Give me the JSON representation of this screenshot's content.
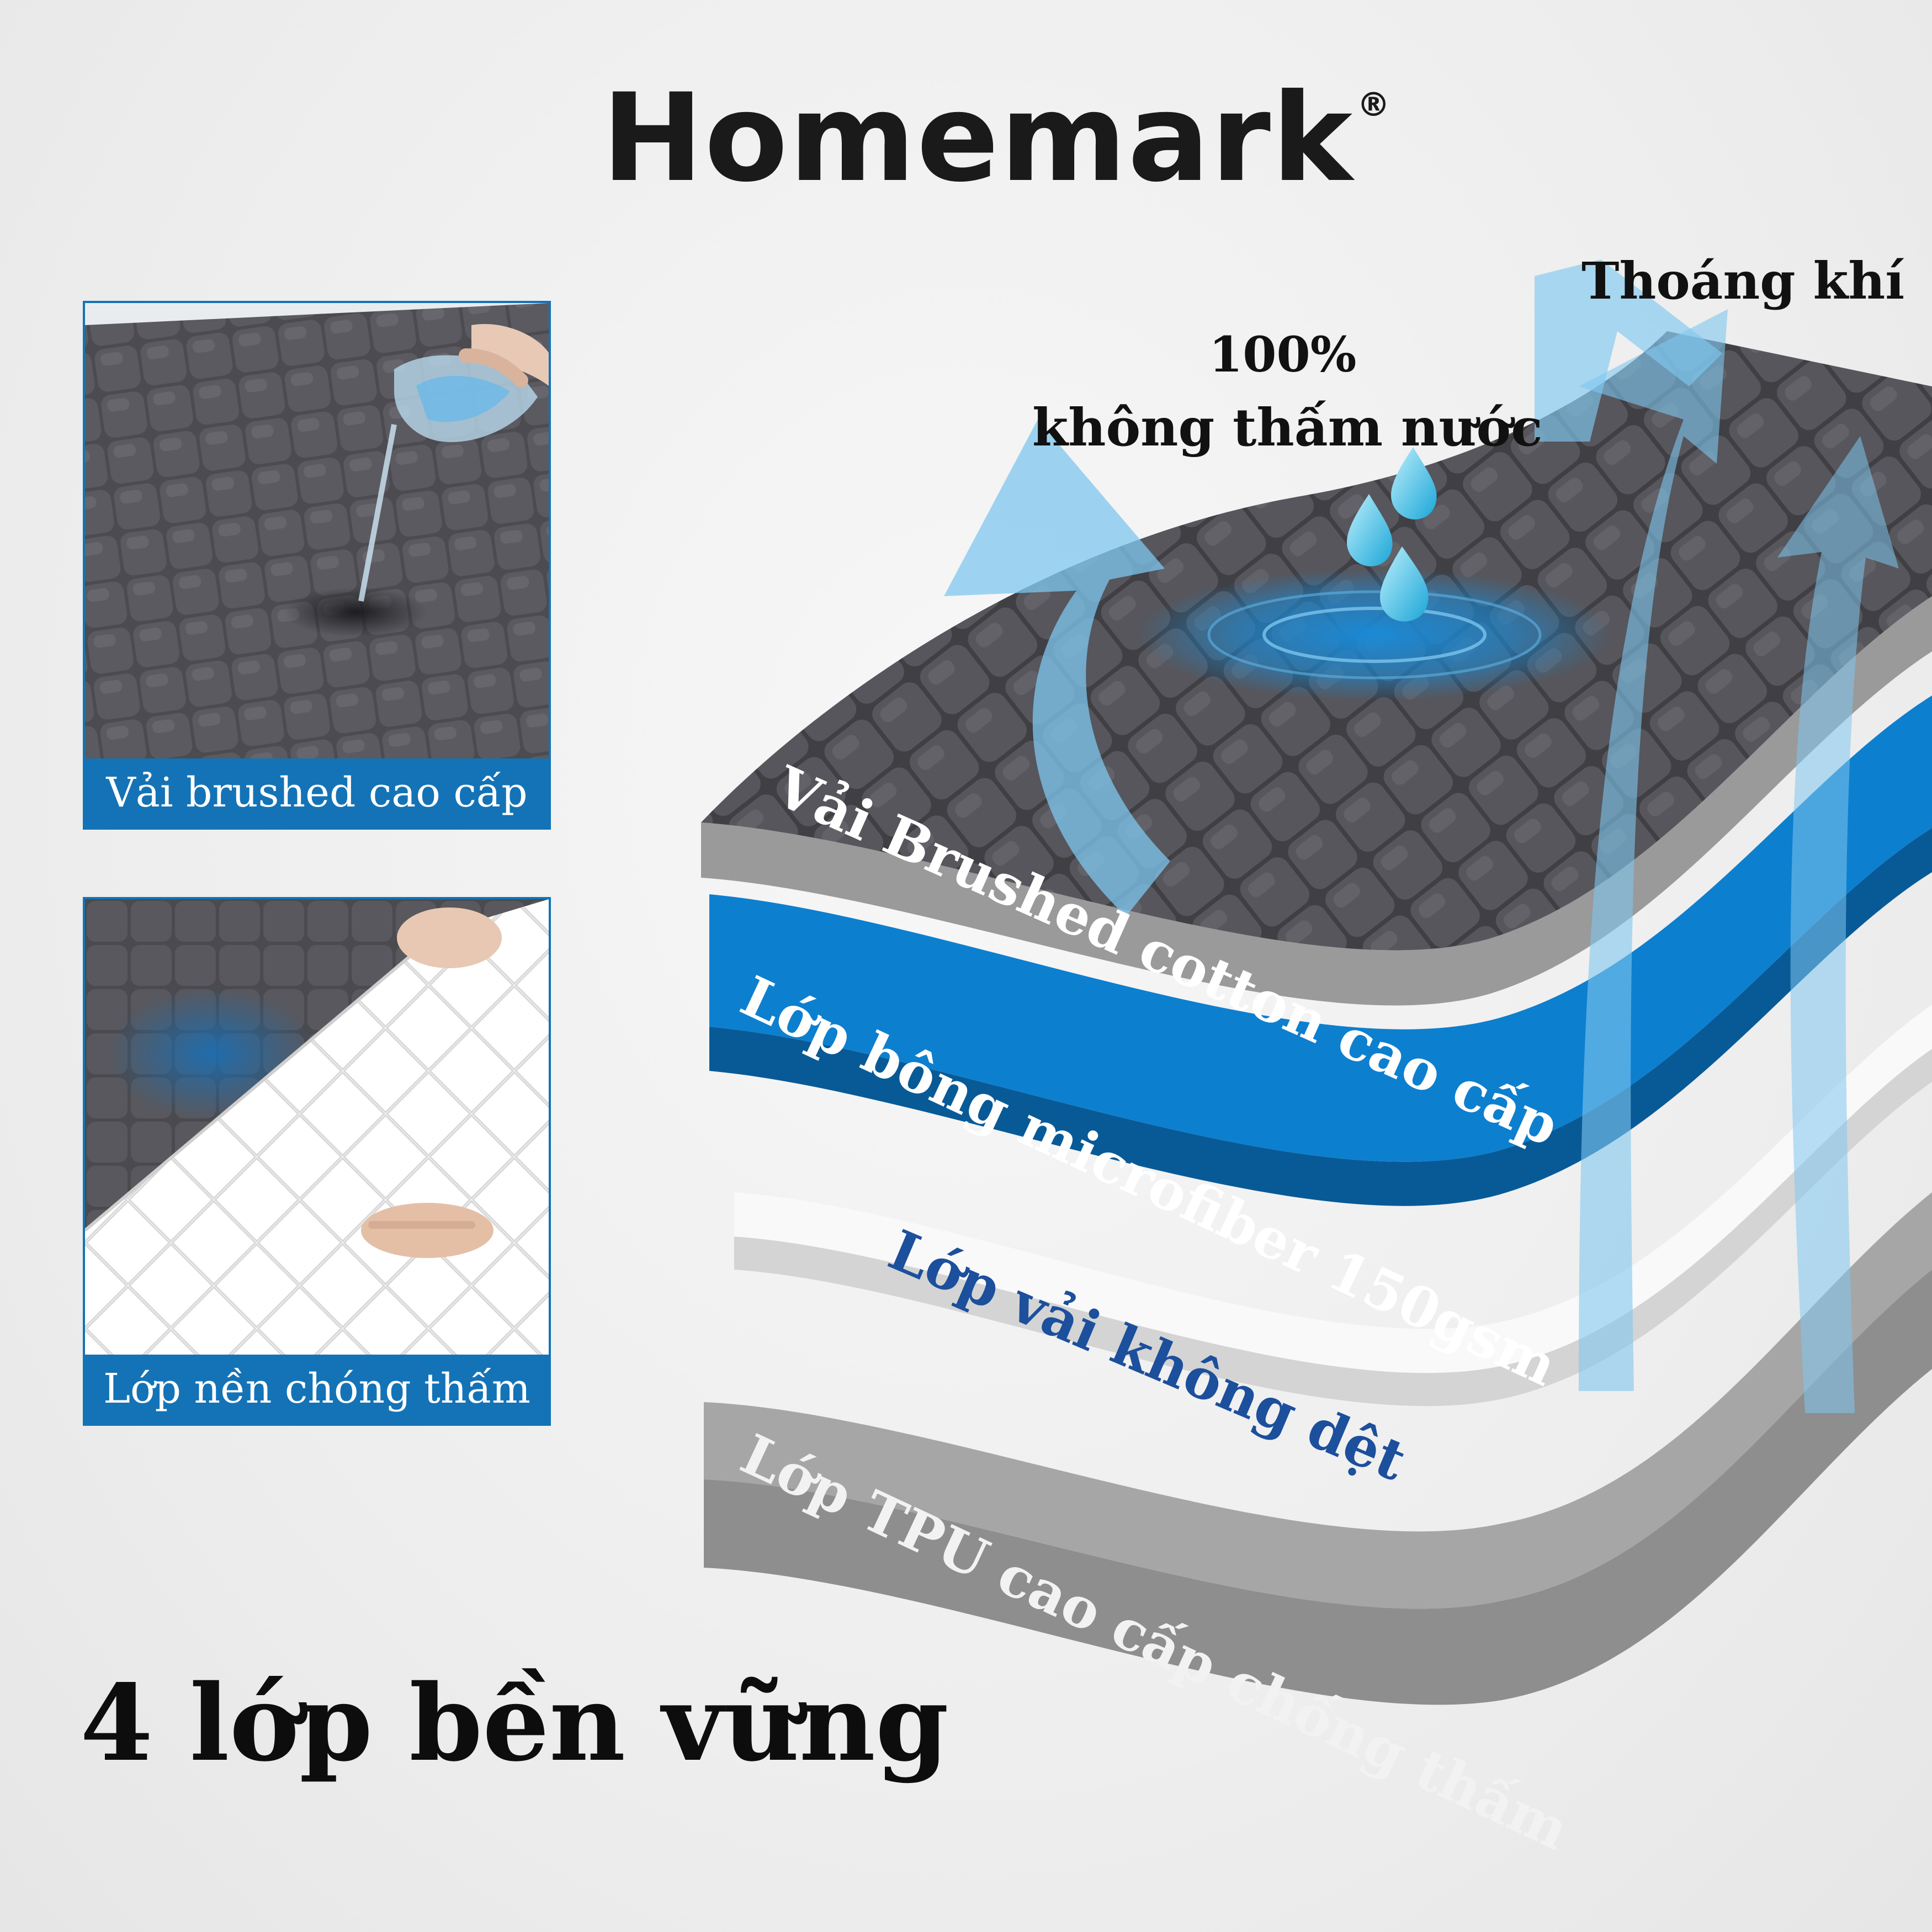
{
  "brand": {
    "name": "Homemark",
    "mark": "®"
  },
  "cards": [
    {
      "caption": "Vải brushed cao cấp"
    },
    {
      "caption": "Lớp nền chóng thấm"
    }
  ],
  "callouts": {
    "breathable": "Thoáng khí",
    "percent": "100%",
    "waterproof": "không  thấm nước"
  },
  "layers": [
    "Vải Brushed cotton cao cấp",
    "Lớp bông microfiber 150gsm",
    "Lớp vải không dệt",
    "Lớp TPU cao cấp chống thấm"
  ],
  "headline": "4 lớp bền vững",
  "colors": {
    "accent_blue": "#1473b6",
    "quilt_gray": "#4a4a4e",
    "layer_blue": "#0d7fcf",
    "layer_white": "#f8f8f8",
    "layer_gray": "#a4a4a4",
    "arrow_blue": "#7fc7ef"
  }
}
